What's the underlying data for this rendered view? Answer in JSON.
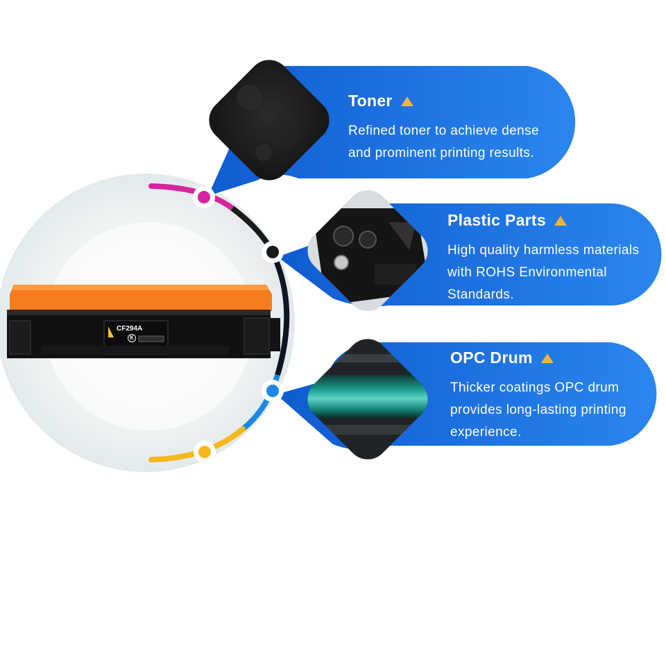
{
  "product": {
    "model_label": "CF294A",
    "color_code": "K"
  },
  "features": [
    {
      "title": "Toner",
      "desc_lines": [
        "Refined toner to achieve dense",
        "and prominent printing results."
      ]
    },
    {
      "title": "Plastic Parts",
      "desc_lines": [
        "High quality harmless materials",
        "with ROHS Environmental",
        "Standards."
      ]
    },
    {
      "title": "OPC Drum",
      "desc_lines": [
        "Thicker coatings OPC drum",
        "provides long-lasting printing",
        "experience."
      ]
    }
  ],
  "colors": {
    "card_blue": "#1565d8",
    "card_blue_light": "#2f8cf0",
    "accent_magenta": "#d6249f",
    "accent_black": "#1a1a1a",
    "accent_blue": "#1e88e5",
    "accent_yellow": "#f6b81a",
    "triangle": "#f2b33d",
    "cartridge_orange": "#f47c1c"
  }
}
